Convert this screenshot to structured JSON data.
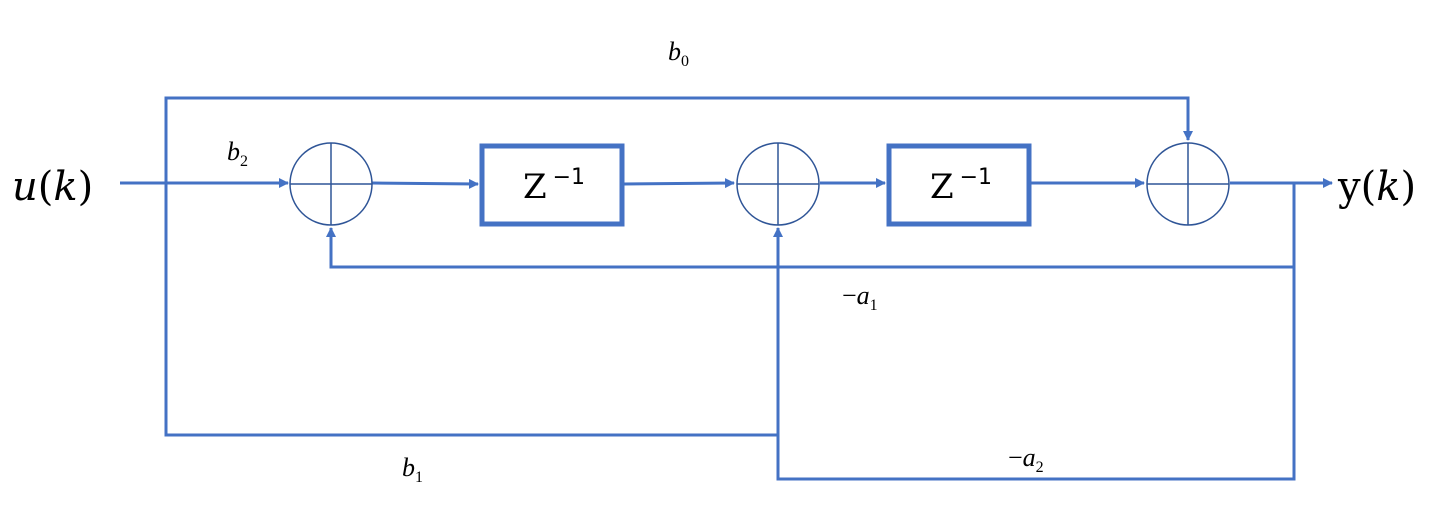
{
  "signals": {
    "input": {
      "name": "u",
      "arg": "k"
    },
    "output": {
      "name": "y",
      "arg": "k"
    }
  },
  "delays": [
    {
      "base": "Z",
      "exp": "−1"
    },
    {
      "base": "Z",
      "exp": "−1"
    }
  ],
  "coefficients": {
    "b0": {
      "sign": "",
      "sym": "b",
      "sub": "0"
    },
    "b1": {
      "sign": "",
      "sym": "b",
      "sub": "1"
    },
    "b2": {
      "sign": "",
      "sym": "b",
      "sub": "2"
    },
    "a1": {
      "sign": "−",
      "sym": "a",
      "sub": "1"
    },
    "a2": {
      "sign": "−",
      "sym": "a",
      "sub": "2"
    }
  },
  "colors": {
    "wire": "#4472c4",
    "summer_outline": "#2f5597"
  }
}
